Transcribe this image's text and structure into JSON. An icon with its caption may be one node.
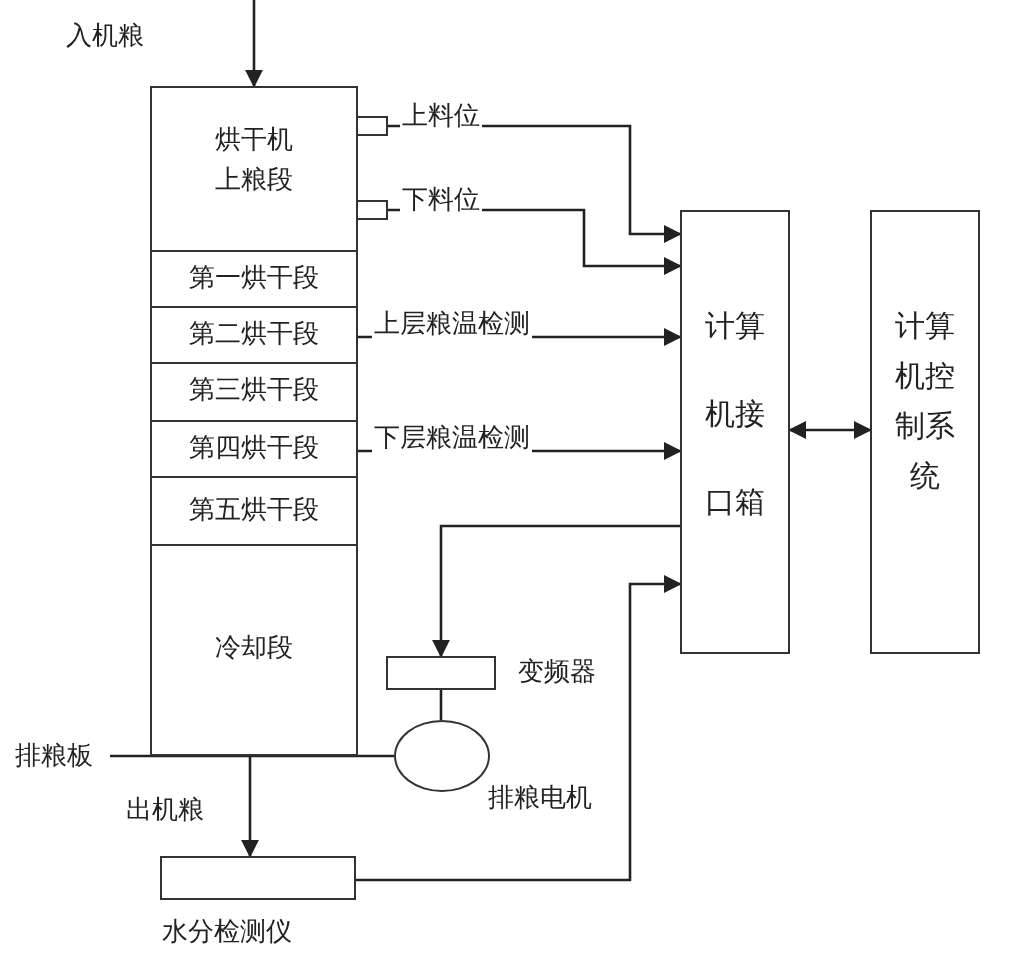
{
  "diagram": {
    "nodes": [
      {
        "text": [
          "烘干机上粮段"
        ]
      },
      {
        "text": [
          "第一烘干段"
        ]
      },
      {
        "text": [
          "第二烘干段"
        ]
      },
      {
        "text": [
          "第三烘干段"
        ]
      },
      {
        "text": [
          "第四烘干段"
        ]
      },
      {
        "text": [
          "第五烘干段"
        ]
      },
      {
        "text": [
          "冷却段"
        ]
      },
      {
        "text": [],
        "shape": "box"
      },
      {
        "text": [],
        "shape": "box"
      },
      {
        "text": [
          "计算机接口箱"
        ]
      },
      {
        "text": [
          "计算机控制系统"
        ]
      },
      {
        "text": [
          "变频器"
        ]
      },
      {
        "text": [
          "排粮电机"
        ]
      },
      {
        "text": [
          "排粮板"
        ]
      },
      {
        "text": [
          "水分检测仪"
        ]
      }
    ],
    "edges": [
      {
        "from": null,
        "to": 0,
        "arrow": "to",
        "label": "入机粮"
      },
      {
        "from": 7,
        "to": 9,
        "arrow": "to",
        "label": "上料位"
      },
      {
        "from": 8,
        "to": 9,
        "arrow": "to",
        "label": "下料位"
      },
      {
        "from": 2,
        "to": 9,
        "arrow": "to",
        "label": "上层粮温检测"
      },
      {
        "from": 4,
        "to": 9,
        "arrow": "to",
        "label": "下层粮温检测"
      },
      {
        "from": 9,
        "to": 10,
        "arrow": "both"
      },
      {
        "from": 9,
        "to": 11,
        "arrow": "to"
      },
      {
        "from": 11,
        "to": 12,
        "arrow": "none"
      },
      {
        "from": 13,
        "to": 12,
        "arrow": "none"
      },
      {
        "from": 6,
        "to": 14,
        "arrow": "to",
        "label": "出机粮"
      },
      {
        "from": 14,
        "to": 9,
        "arrow": "to"
      }
    ]
  }
}
